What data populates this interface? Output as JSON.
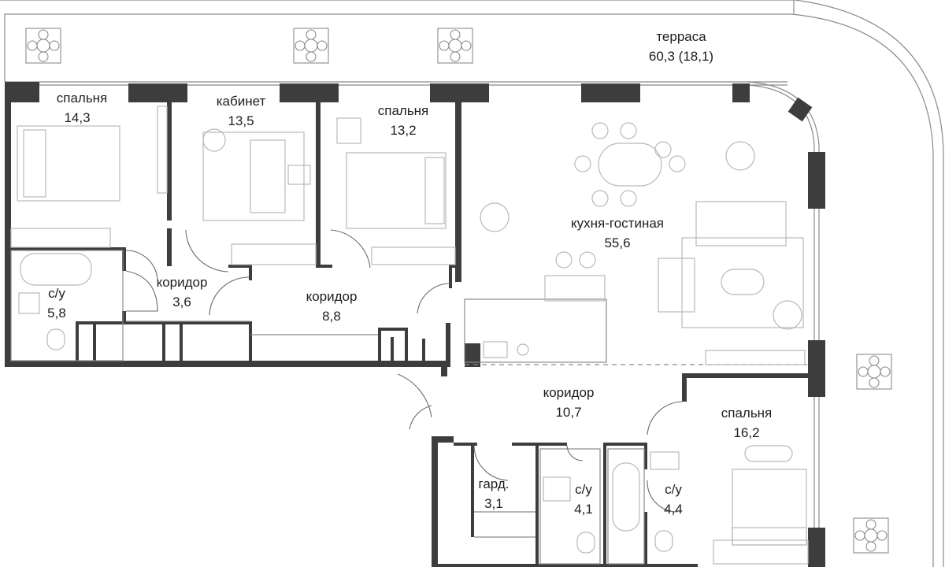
{
  "rooms": [
    {
      "name": "терраса",
      "area": "60,3 (18,1)"
    },
    {
      "name": "спальня",
      "area": "14,3"
    },
    {
      "name": "кабинет",
      "area": "13,5"
    },
    {
      "name": "спальня",
      "area": "13,2"
    },
    {
      "name": "кухня-гостиная",
      "area": "55,6"
    },
    {
      "name": "коридор",
      "area": "3,6"
    },
    {
      "name": "коридор",
      "area": "8,8"
    },
    {
      "name": "с/у",
      "area": "5,8"
    },
    {
      "name": "коридор",
      "area": "10,7"
    },
    {
      "name": "спальня",
      "area": "16,2"
    },
    {
      "name": "гард.",
      "area": "3,1"
    },
    {
      "name": "с/у",
      "area": "4,1"
    },
    {
      "name": "с/у",
      "area": "4,4"
    }
  ],
  "colors": {
    "walls": "#3d3d3d",
    "lines": "#8a8a8a",
    "furniture": "#b9b9b9",
    "text": "#1e1e1e"
  }
}
